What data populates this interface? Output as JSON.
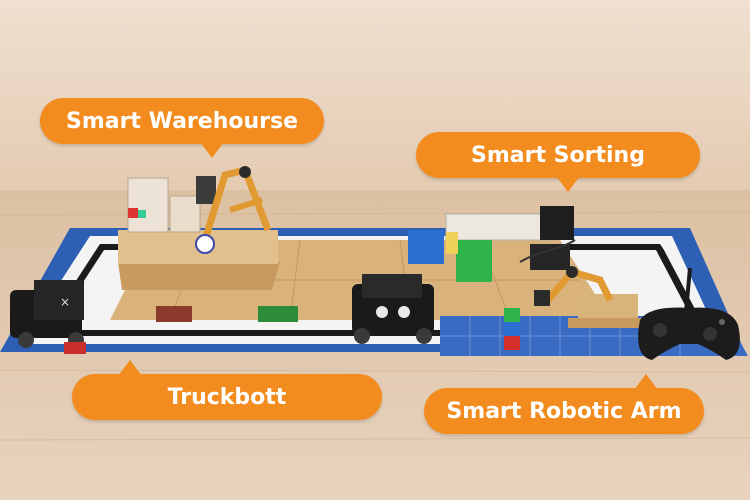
{
  "callouts": {
    "warehouse": "Smart Warehourse",
    "sorting": "Smart Sorting",
    "truck": "Truckbott",
    "arm": "Smart Robotic Arm"
  },
  "colors": {
    "callout": "#f28c1e",
    "mat_blue": "#2d5fb5",
    "wood": "#d9b27c",
    "floor": "#e8d2bc"
  }
}
